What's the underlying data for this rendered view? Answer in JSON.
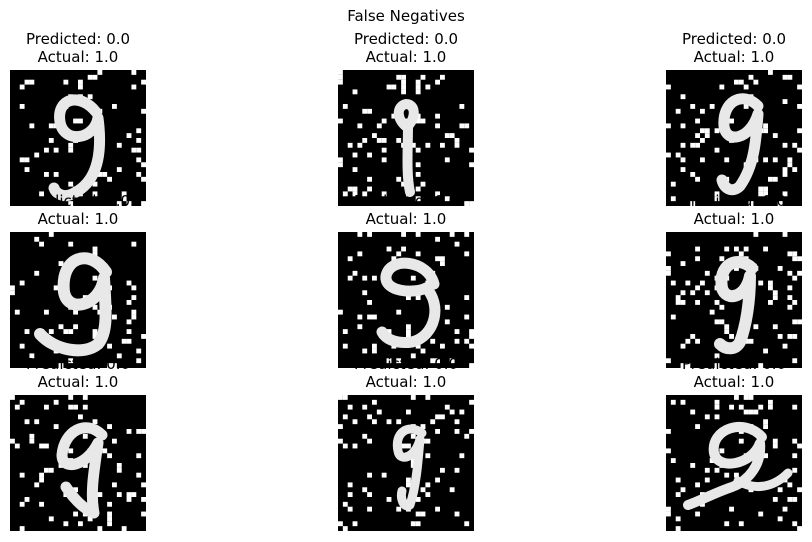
{
  "figure": {
    "title": "False Negatives"
  },
  "panels": [
    {
      "predicted": "Predicted: 0.0",
      "actual": "Actual: 1.0",
      "digit": "9"
    },
    {
      "predicted": "Predicted: 0.0",
      "actual": "Actual: 1.0",
      "digit": "9"
    },
    {
      "predicted": "Predicted: 0.0",
      "actual": "Actual: 1.0",
      "digit": "9"
    },
    {
      "predicted": "Predicted: 0.0",
      "actual": "Actual: 1.0",
      "digit": "9"
    },
    {
      "predicted": "Predicted: 0.0",
      "actual": "Actual: 1.0",
      "digit": "9"
    },
    {
      "predicted": "Predicted: 0.0",
      "actual": "Actual: 1.0",
      "digit": "9"
    },
    {
      "predicted": "Predicted: 0.0",
      "actual": "Actual: 1.0",
      "digit": "9"
    },
    {
      "predicted": "Predicted: 0.0",
      "actual": "Actual: 1.0",
      "digit": "9"
    },
    {
      "predicted": "Predicted: 0.0",
      "actual": "Actual: 1.0",
      "digit": "9"
    }
  ]
}
